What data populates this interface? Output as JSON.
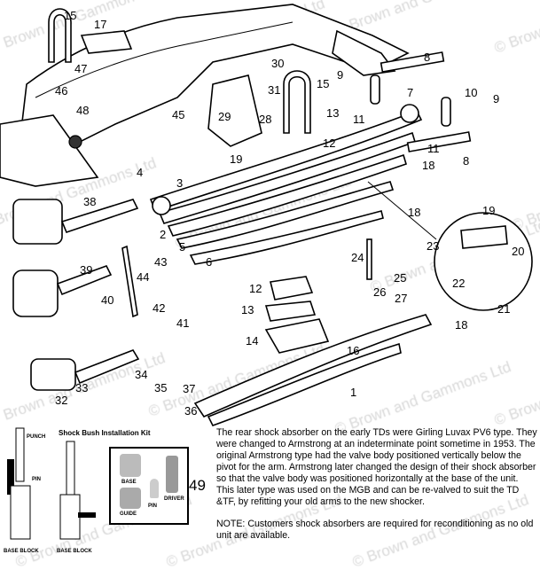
{
  "watermark": "© Brown and Gammons Ltd",
  "callouts": [
    {
      "n": "15"
    },
    {
      "n": "17"
    },
    {
      "n": "47"
    },
    {
      "n": "46"
    },
    {
      "n": "48"
    },
    {
      "n": "45"
    },
    {
      "n": "30"
    },
    {
      "n": "31"
    },
    {
      "n": "29"
    },
    {
      "n": "28"
    },
    {
      "n": "15"
    },
    {
      "n": "13"
    },
    {
      "n": "12"
    },
    {
      "n": "19"
    },
    {
      "n": "9"
    },
    {
      "n": "7"
    },
    {
      "n": "8"
    },
    {
      "n": "10"
    },
    {
      "n": "9"
    },
    {
      "n": "11"
    },
    {
      "n": "11"
    },
    {
      "n": "18"
    },
    {
      "n": "8"
    },
    {
      "n": "4"
    },
    {
      "n": "3"
    },
    {
      "n": "38"
    },
    {
      "n": "2"
    },
    {
      "n": "5"
    },
    {
      "n": "6"
    },
    {
      "n": "18"
    },
    {
      "n": "19"
    },
    {
      "n": "23"
    },
    {
      "n": "20"
    },
    {
      "n": "22"
    },
    {
      "n": "21"
    },
    {
      "n": "18"
    },
    {
      "n": "39"
    },
    {
      "n": "43"
    },
    {
      "n": "44"
    },
    {
      "n": "40"
    },
    {
      "n": "24"
    },
    {
      "n": "25"
    },
    {
      "n": "26"
    },
    {
      "n": "27"
    },
    {
      "n": "12"
    },
    {
      "n": "13"
    },
    {
      "n": "42"
    },
    {
      "n": "41"
    },
    {
      "n": "14"
    },
    {
      "n": "16"
    },
    {
      "n": "32"
    },
    {
      "n": "33"
    },
    {
      "n": "34"
    },
    {
      "n": "35"
    },
    {
      "n": "37"
    },
    {
      "n": "36"
    },
    {
      "n": "1"
    },
    {
      "n": "49"
    }
  ],
  "kit": {
    "title": "Shock Bush Installation Kit",
    "punch": "PUNCH",
    "pin": "PIN",
    "base_block_1": "BASE BLOCK",
    "base_block_2": "BASE BLOCK",
    "base": "BASE",
    "guide": "GUIDE",
    "pin_small": "PIN",
    "driver": "DRIVER"
  },
  "description": {
    "para1": "The rear shock absorber on the early TDs were Girling Luvax PV6 type.  They were changed to Armstrong at an indeterminate point sometime in 1953.  The original Armstrong type had the valve body positioned vertically below the pivot for the arm.  Armstrong later changed the design of their shock absorber so that the valve body was positioned horizontally at the base of the unit.  This later type was used on the MGB and can be re-valved to suit the TD &TF, by refitting your old arms to the new shocker.",
    "note": "NOTE: Customers shock absorbers are required for reconditioning as no old unit are available."
  }
}
